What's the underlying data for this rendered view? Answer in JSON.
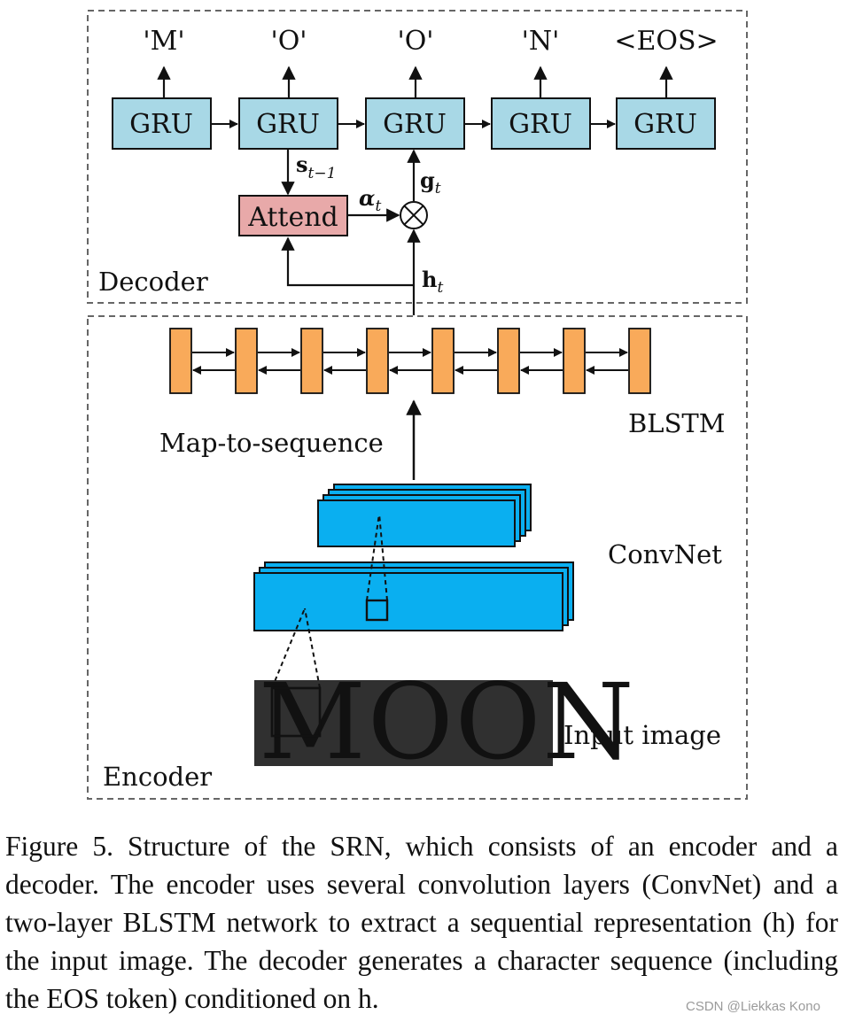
{
  "decoder": {
    "label": "Decoder",
    "outputs": [
      "'M'",
      "'O'",
      "'O'",
      "'N'",
      "<EOS>"
    ],
    "gru_label": "GRU",
    "attend_label": "Attend",
    "s_symbol": "s",
    "s_subscript": "t−1",
    "alpha_symbol": "α",
    "alpha_subscript": "t",
    "g_symbol": "g",
    "g_subscript": "t",
    "h_symbol": "h",
    "h_subscript": "t"
  },
  "encoder": {
    "label": "Encoder",
    "blstm_label": "BLSTM",
    "map_label": "Map-to-sequence",
    "convnet_label": "ConvNet",
    "input_label": "Input image",
    "input_word": "MOON"
  },
  "colors": {
    "gru_fill": "#a8d8e6",
    "attend_fill": "#e8a9a9",
    "blstm_fill": "#f9aa5a",
    "conv_fill": "#0aaff0"
  },
  "caption": "Figure 5. Structure of the SRN, which consists of an encoder and a decoder. The encoder uses several convolution layers (ConvNet) and a two-layer BLSTM network to extract a sequential representation (h) for the input image. The decoder generates a character sequence (including the EOS token) conditioned on h.",
  "watermark": "CSDN @Liekkas Kono"
}
